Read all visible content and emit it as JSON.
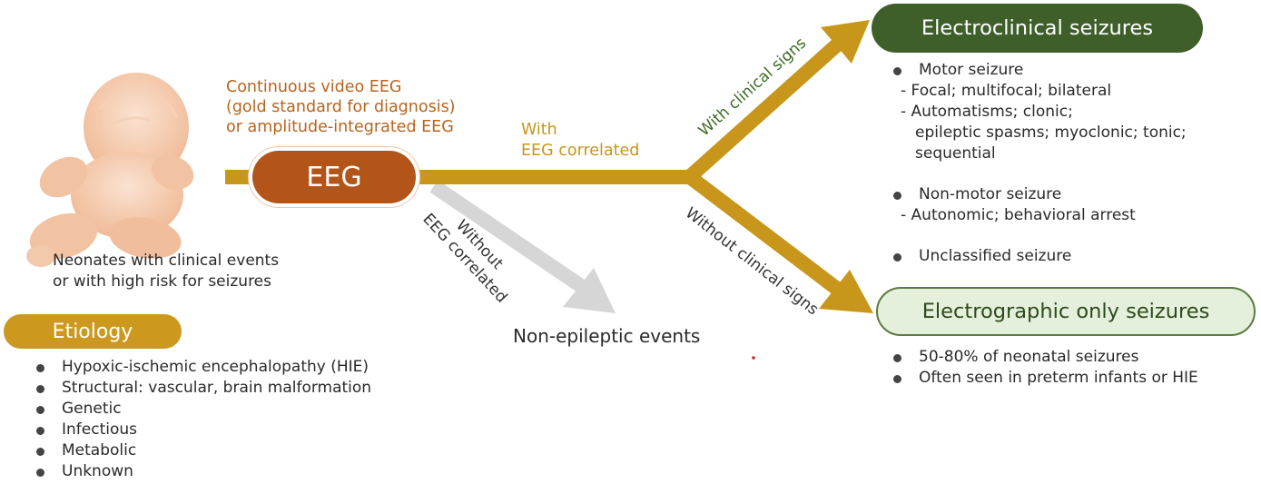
{
  "diagram": {
    "neonate_caption": [
      "Neonates with clinical events",
      "or with high risk for seizures"
    ],
    "eeg_node": "EEG",
    "eeg_method": [
      "Continuous video EEG",
      "(gold standard for diagnosis)",
      "or amplitude-integrated EEG"
    ],
    "with_eeg_correlated": [
      "With",
      "EEG correlated"
    ],
    "without_eeg_correlated": [
      "Without",
      "EEG correlated"
    ],
    "with_clinical_signs": "With clinical signs",
    "without_clinical_signs": "Without clinical signs",
    "non_epileptic_events": "Non-epileptic events",
    "electroclinical": {
      "title": "Electroclinical seizures",
      "motor_title": "Motor seizure",
      "motor_items": [
        "- Focal; multifocal; bilateral",
        "- Automatisms; clonic;"
      ],
      "motor_continued": [
        "epileptic spasms; myoclonic; tonic;",
        "sequential"
      ],
      "nonmotor_title": "Non-motor seizure",
      "nonmotor_items": [
        "- Autonomic; behavioral arrest"
      ],
      "unclassified": "Unclassified seizure"
    },
    "electrographic": {
      "title": "Electrographic only seizures",
      "items": [
        "50-80% of neonatal seizures",
        "Often seen in preterm infants or HIE"
      ]
    },
    "etiology": {
      "title": "Etiology",
      "items": [
        "Hypoxic-ischemic encephalopathy (HIE)",
        "Structural: vascular, brain malformation",
        "Genetic",
        "Infectious",
        "Metabolic",
        "Unknown"
      ]
    },
    "colors": {
      "gold_arrow": "#c8961a",
      "eeg_orange": "#b35418",
      "dark_green": "#3e5f2a",
      "light_green": "#e4efdc",
      "gray_arrow": "#d6d6d6",
      "infant_peach": "#f2c3a2"
    }
  }
}
